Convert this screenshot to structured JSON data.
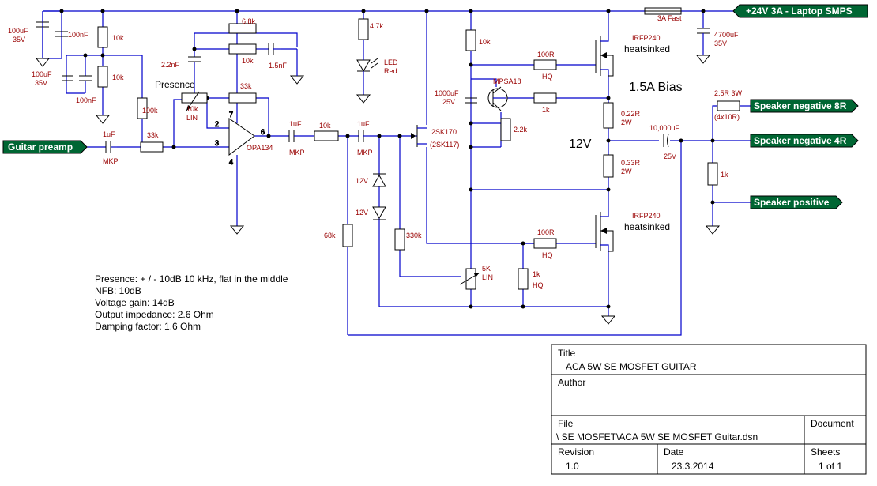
{
  "supply_label": "+24V 3A - Laptop SMPS",
  "fuse": "3A Fast",
  "ports": {
    "input": "Guitar preamp",
    "spk_neg_8r": "Speaker negative 8R",
    "spk_neg_4r": "Speaker negative 4R",
    "spk_pos": "Speaker positive"
  },
  "parts": {
    "c_100uf_a": "100uF",
    "c_35v_a": "35V",
    "c_100nf_a": "100nF",
    "r_10k_a": "10k",
    "r_10k_b": "10k",
    "c_100uf_b": "100uF",
    "c_35v_b": "35V",
    "c_100nf_b": "100nF",
    "r_100k": "100k",
    "c_1uf_in": "1uF",
    "c_mkp_in": "MKP",
    "r_33k_in": "33k",
    "c_2n2": "2.2nF",
    "presence": "Presence",
    "pot_10k": "10k",
    "pot_lin": "LIN",
    "r_6k8": "6.8k",
    "r_10k_fb": "10k",
    "c_1n5": "1.5nF",
    "r_33k_fb": "33k",
    "op_amp": "OPA134",
    "pin2": "2",
    "pin3": "3",
    "pin4": "4",
    "pin6": "6",
    "pin7": "7",
    "c_1uf_a": "1uF",
    "c_mkp_a": "MKP",
    "r_10k_c": "10k",
    "c_1uf_b": "1uF",
    "c_mkp_b": "MKP",
    "r_4k7": "4.7k",
    "led": "LED",
    "led_color": "Red",
    "z1": "12V",
    "z2": "12V",
    "r_68k": "68k",
    "r_330k": "330k",
    "jfet": "2SK170",
    "jfet_alt": "(2SK117)",
    "r_10k_d": "10k",
    "c_1000uf": "1000uF",
    "c_25v_a": "25V",
    "q_mpsa": "MPSA18",
    "r_2k2": "2.2k",
    "r_100r_a": "100R",
    "hq_a": "HQ",
    "r_1k": "1k",
    "m1": "IRFP240",
    "m1_hs": "heatsinked",
    "bias": "1.5A Bias",
    "r_022": "0.22R",
    "w2_a": "2W",
    "v12": "12V",
    "r_033": "0.33R",
    "w2_b": "2W",
    "c_10000": "10,000uF",
    "c_25v_b": "25V",
    "c_4700": "4700uF",
    "c_35v_c": "35V",
    "r_2r5": "2.5R 3W",
    "r_2r5_sub": "(4x10R)",
    "r_1k_out": "1k",
    "m2": "IRFP240",
    "m2_hs": "heatsinked",
    "r_100r_b": "100R",
    "hq_b": "HQ",
    "pot_5k": "5K",
    "pot_5k_lin": "LIN",
    "r_1k_hq": "1k",
    "hq_c": "HQ"
  },
  "notes": [
    "Presence: + / - 10dB 10 kHz, flat in the middle",
    "NFB: 10dB",
    "Voltage gain: 14dB",
    "Output impedance: 2.6 Ohm",
    "Damping factor: 1.6 Ohm"
  ],
  "title_block": {
    "title_hdr": "Title",
    "title": "ACA 5W SE MOSFET GUITAR",
    "author_hdr": "Author",
    "author": "",
    "file_hdr": "File",
    "file": "\\ SE MOSFET\\ACA 5W SE MOSFET Guitar.dsn",
    "document_hdr": "Document",
    "revision_hdr": "Revision",
    "revision": "1.0",
    "date_hdr": "Date",
    "date": "23.3.2014",
    "sheets_hdr": "Sheets",
    "sheets": "1 of 1"
  }
}
